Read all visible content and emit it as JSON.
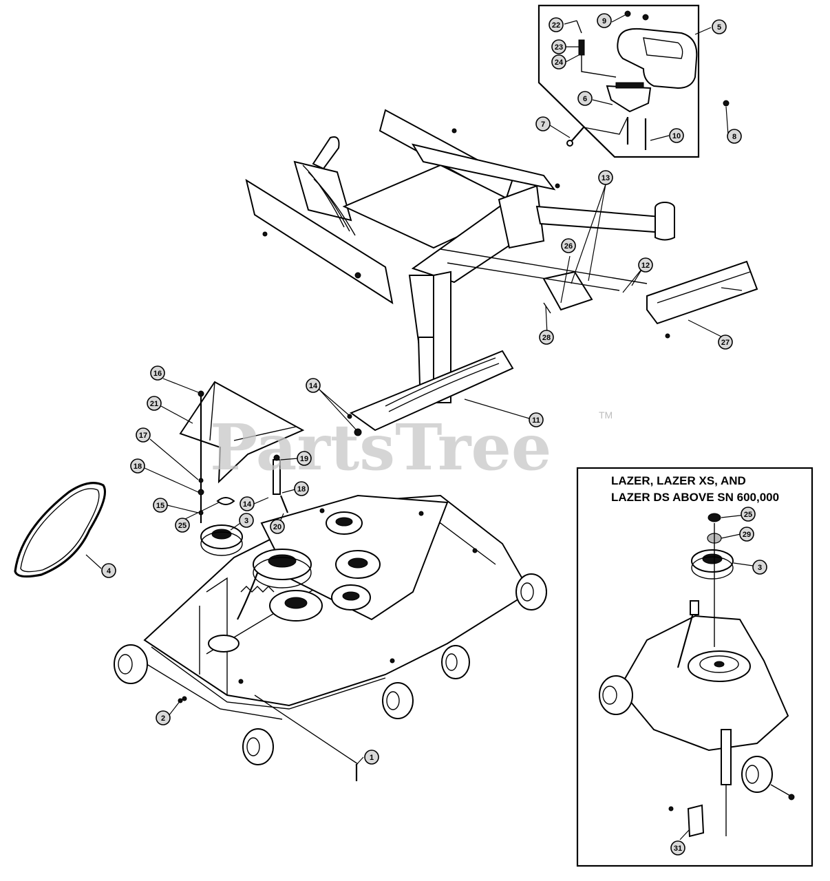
{
  "watermark": {
    "text": "PartsTree",
    "trademark": "TM"
  },
  "inset_box": {
    "caption_line1": "LAZER, LAZER XS, AND",
    "caption_line2": "LAZER DS ABOVE SN 600,000"
  },
  "callouts": {
    "c1": "1",
    "c2": "2",
    "c3a": "3",
    "c3b": "3",
    "c4": "4",
    "c5": "5",
    "c6": "6",
    "c7": "7",
    "c8": "8",
    "c9": "9",
    "c10": "10",
    "c11": "11",
    "c12": "12",
    "c13": "13",
    "c14a": "14",
    "c14b": "14",
    "c15": "15",
    "c16": "16",
    "c17": "17",
    "c18a": "18",
    "c18b": "18",
    "c19": "19",
    "c20": "20",
    "c21": "21",
    "c22": "22",
    "c23": "23",
    "c24": "24",
    "c25a": "25",
    "c25b": "25",
    "c26": "26",
    "c27": "27",
    "c28": "28",
    "c29": "29",
    "c31": "31"
  }
}
